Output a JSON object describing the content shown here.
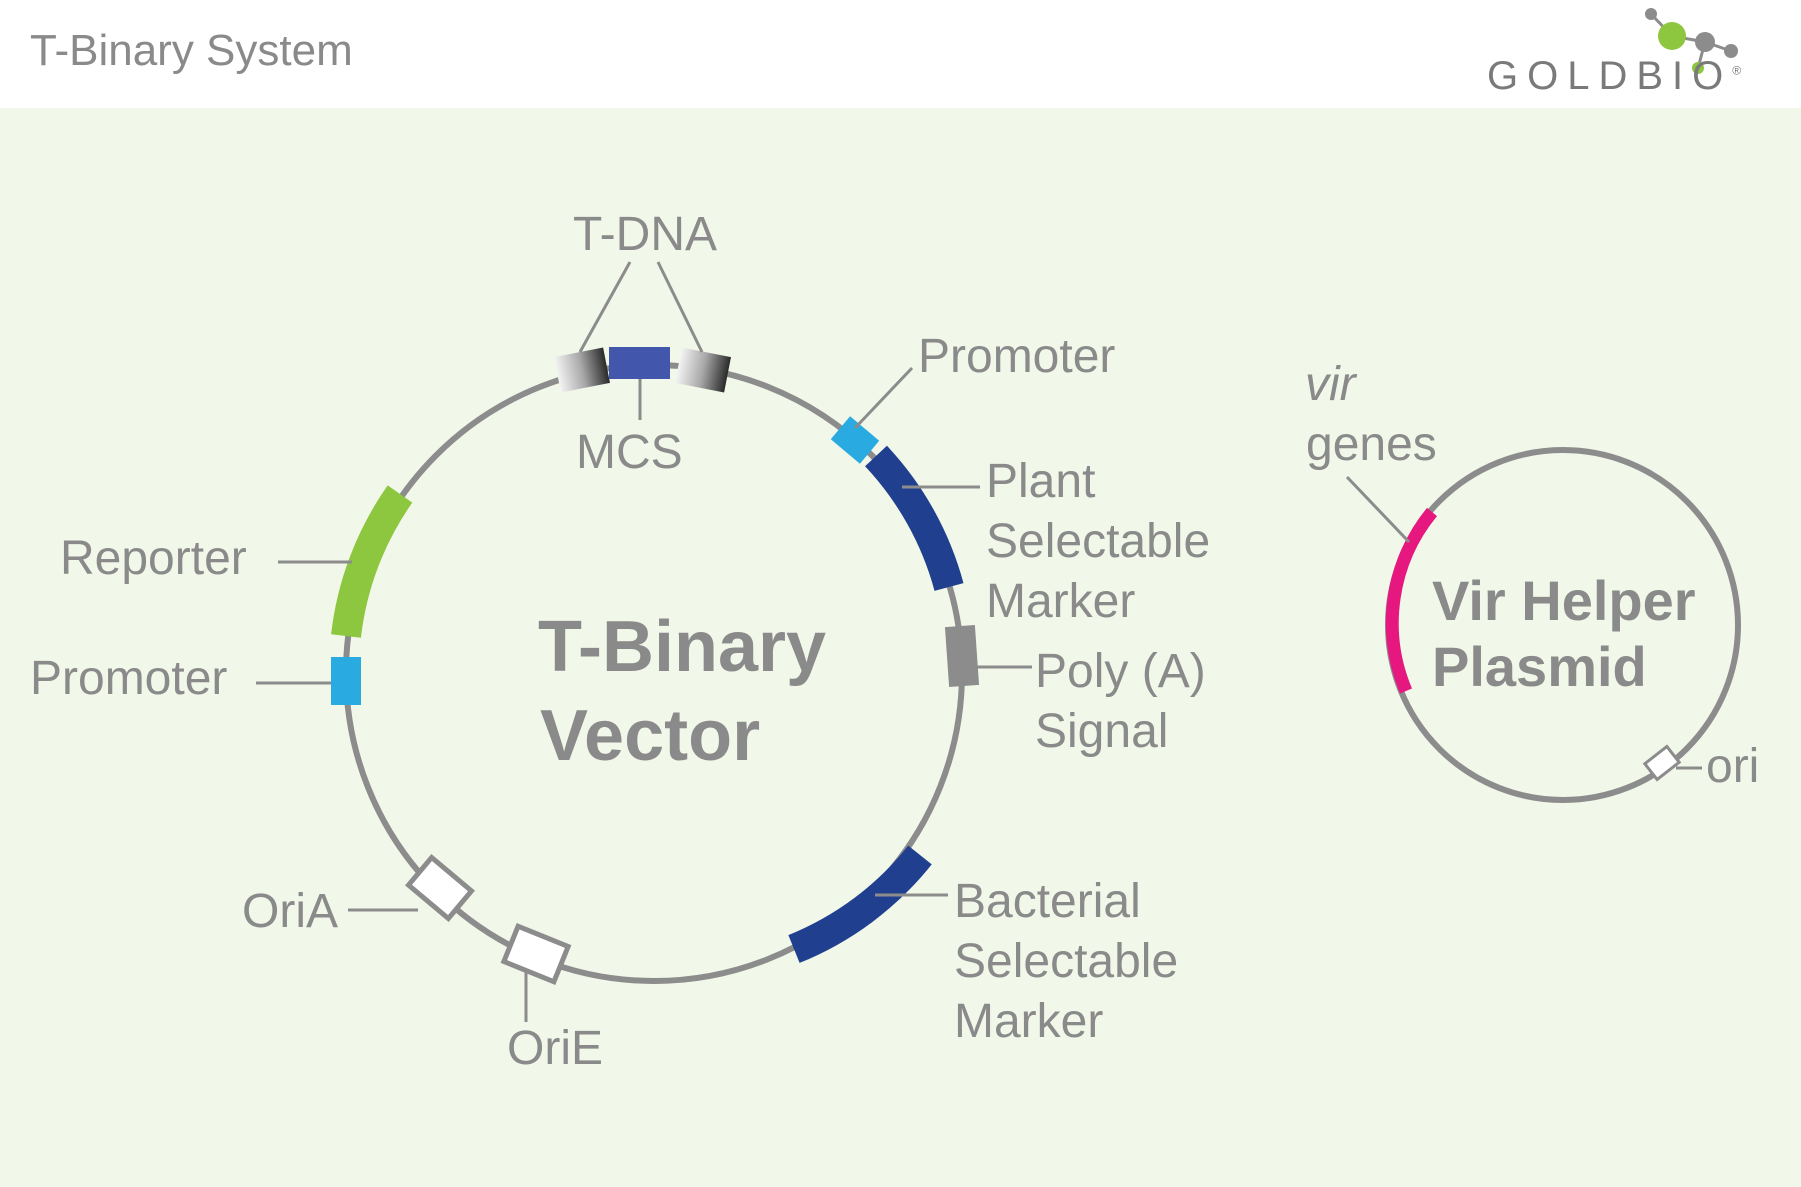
{
  "header": {
    "title": "T-Binary System",
    "logo_text": "GOLDBIO",
    "logo_registered": "®"
  },
  "vector": {
    "title_line1": "T-Binary",
    "title_line2": "Vector",
    "labels": {
      "tdna": "T-DNA",
      "mcs": "MCS",
      "promoter_right": "Promoter",
      "plant_line1": "Plant",
      "plant_line2": "Selectable",
      "plant_line3": "Marker",
      "polya_line1": "Poly (A)",
      "polya_line2": "Signal",
      "bact_line1": "Bacterial",
      "bact_line2": "Selectable",
      "bact_line3": "Marker",
      "reporter": "Reporter",
      "promoter_left": "Promoter",
      "oria": "OriA",
      "orie": "OriE"
    }
  },
  "helper": {
    "title_line1": "Vir Helper",
    "title_line2": "Plasmid",
    "labels": {
      "vir_line1": "vir",
      "vir_line2": "genes",
      "ori": "ori"
    }
  },
  "colors": {
    "background_panel": "#f1f7e9",
    "backbone": "#8c8c8c",
    "text": "#8a8a8a",
    "navy": "#213f8f",
    "mcs_blue": "#4257ab",
    "cyan": "#29aae1",
    "green": "#8dc63f",
    "magenta": "#e6177f",
    "grey_block": "#8c8c8c",
    "logo_green": "#8dc63f",
    "logo_grey": "#8c8c8c"
  }
}
